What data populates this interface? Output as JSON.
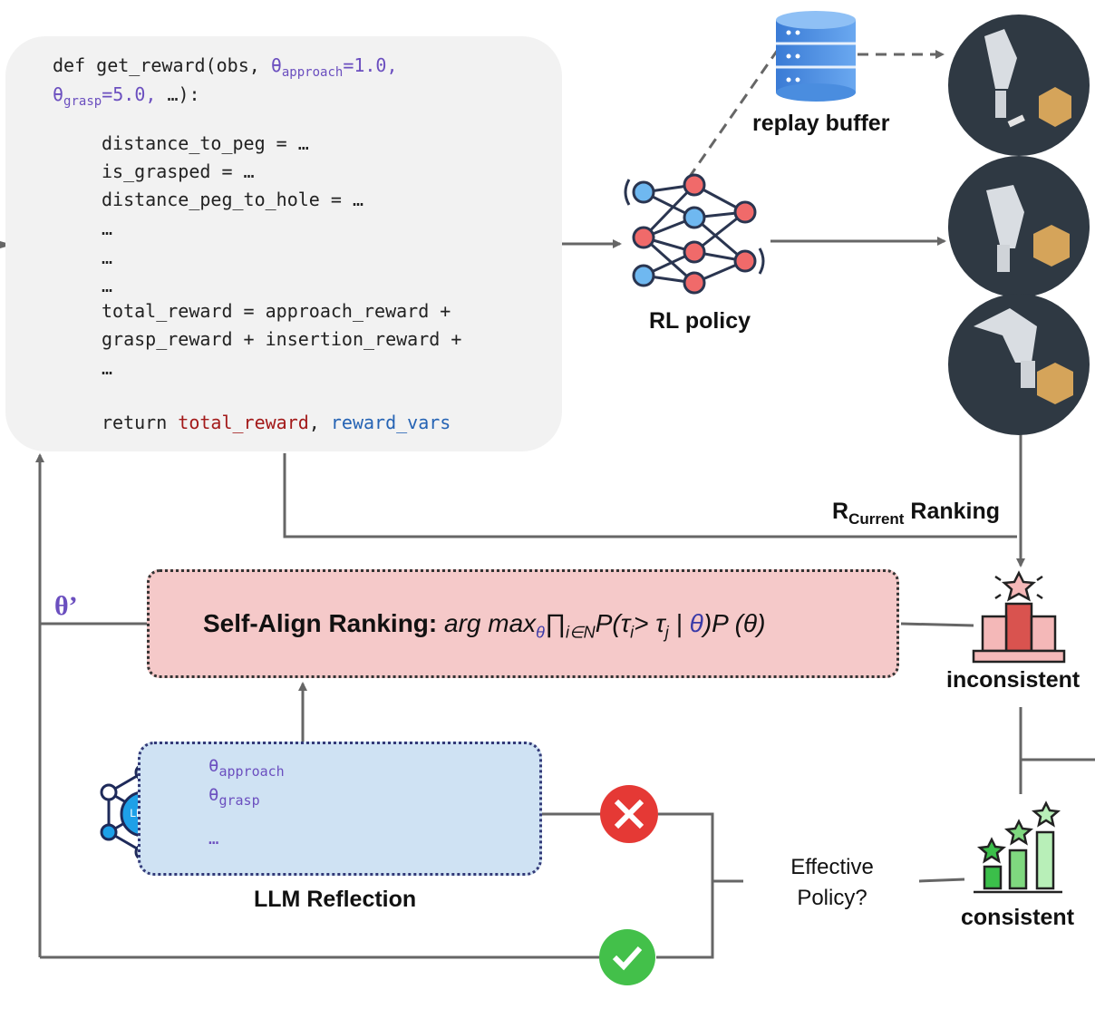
{
  "code": {
    "line1_prefix": "def get_reward(obs, ",
    "param_approach_symbol": "θ",
    "param_approach_sub": "approach",
    "param_approach_default": "=1.0,",
    "param_grasp_symbol": "θ",
    "param_grasp_sub": "grasp",
    "param_grasp_default": "=5.0,",
    "line2_suffix": " …):",
    "lines_blue": [
      "distance_to_peg = …",
      "is_grasped = …",
      "distance_peg_to_hole = …"
    ],
    "ellipses": [
      "…",
      "…",
      "…"
    ],
    "lines_red": [
      "total_reward = approach_reward +",
      "grasp_reward + insertion_reward +",
      "…"
    ],
    "return_keyword": "return ",
    "return_total": "total_reward",
    "return_comma": ", ",
    "return_vars": "reward_vars"
  },
  "labels": {
    "replay_buffer": "replay buffer",
    "rl_policy": "RL policy",
    "ranking_r": "R",
    "ranking_sub": "Current",
    "ranking_word": " Ranking",
    "inconsistent": "inconsistent",
    "consistent": "consistent",
    "llm_reflection": "LLM Reflection",
    "effective_policy_line1": "Effective",
    "effective_policy_line2": "Policy?",
    "theta_prime": "θ’",
    "llms_icon_text": "LLMs"
  },
  "self_align": {
    "title": "Self-Align Ranking:",
    "expr_argmax": " arg max",
    "expr_theta_sub": "θ",
    "expr_prod": "∏",
    "expr_prod_sub": "i∈N",
    "expr_p": "P(τ",
    "expr_i": "i",
    "expr_gt": "> τ",
    "expr_j": "j",
    "expr_bar": " | ",
    "expr_theta": "θ",
    "expr_tail": ")P (θ)"
  },
  "reflection_params": {
    "approach_symbol": "θ",
    "approach_sub": "approach",
    "grasp_symbol": "θ",
    "grasp_sub": "grasp",
    "more": "…"
  },
  "colors": {
    "code_bg": "#f2f2f2",
    "param_purple": "#6b4fbf",
    "var_blue": "#2563b4",
    "reward_red": "#a31a1a",
    "rank_box": "#f5c9c9",
    "reflection_box": "#cfe2f3",
    "arrow_gray": "#666666",
    "robot_circle": "#2f3943",
    "reject_red": "#e53935",
    "accept_green": "#43c04a"
  },
  "icons": [
    "database-icon",
    "neural-network-icon",
    "robot-arm-icon",
    "podium-star-icon",
    "bar-chart-stars-icon",
    "llm-network-icon",
    "trend-up-icon",
    "trend-down-icon",
    "equal-icon",
    "cross-icon",
    "check-icon"
  ]
}
